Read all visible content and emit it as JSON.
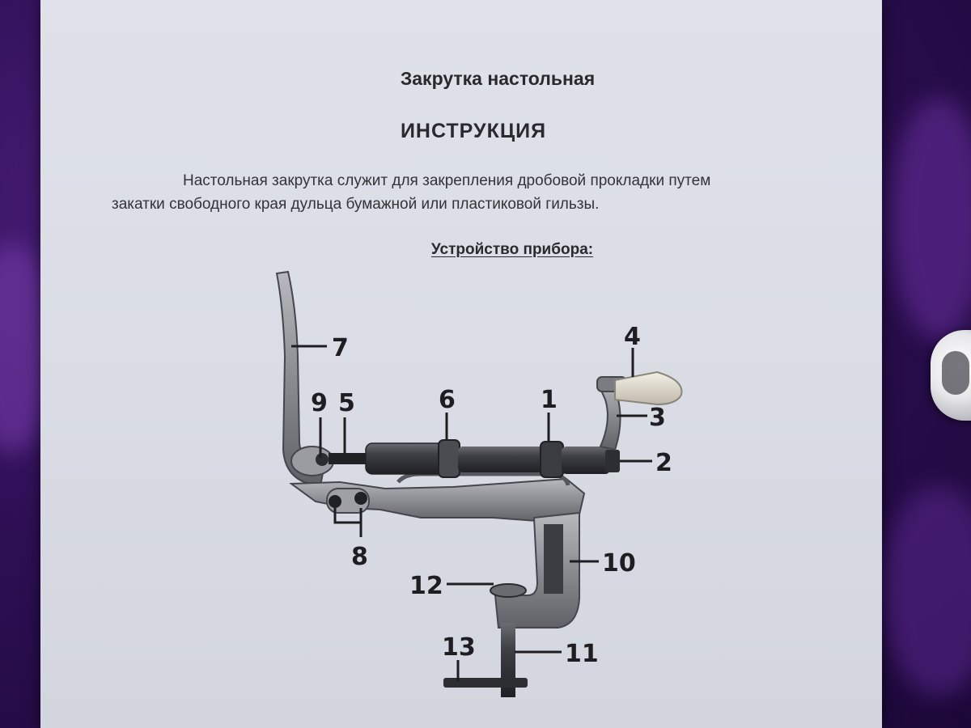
{
  "document": {
    "title": "Закрутка настольная",
    "heading": "ИНСТРУКЦИЯ",
    "paragraph_line1": "Настольная закрутка служит для закрепления дробовой прокладки путем",
    "paragraph_line2": "закатки свободного края дульца бумажной или пластиковой гильзы.",
    "subheading": "Устройство прибора:"
  },
  "diagram": {
    "callouts": [
      "1",
      "2",
      "3",
      "4",
      "5",
      "6",
      "7",
      "8",
      "9",
      "10",
      "11",
      "12",
      "13"
    ]
  },
  "colors": {
    "background_fabric": "#3a1766",
    "paper": "#dcdfe6",
    "text": "#2a2a2e",
    "metal": "#8a8c92",
    "metal_dark": "#4e5056",
    "handle": "#e7e2d6"
  }
}
